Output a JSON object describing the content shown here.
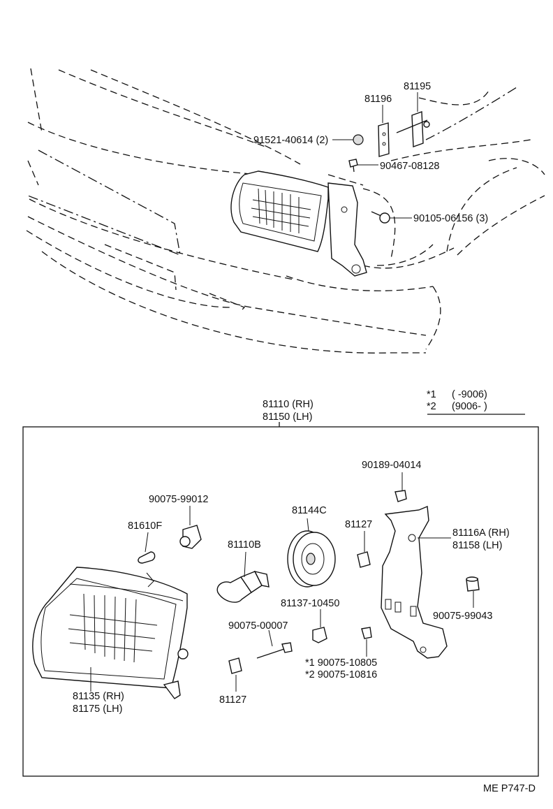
{
  "upper": {
    "callout_81195": "81195",
    "callout_81196": "81196",
    "callout_91521": "91521-40614 (2)",
    "callout_90467": "90467-08128",
    "callout_90105": "90105-06156 (3)"
  },
  "legend": {
    "note1_mark": "*1",
    "note1_range": "(          -9006)",
    "note2_mark": "*2",
    "note2_range": "(9006-          )"
  },
  "assembly": {
    "rh": "81110 (RH)",
    "lh": "81150 (LH)"
  },
  "lower": {
    "p_90189": "90189-04014",
    "p_90075_99012": "90075-99012",
    "p_81144C": "81144C",
    "p_81127_top": "81127",
    "p_81116A": "81116A (RH)",
    "p_81158": "81158    (LH)",
    "p_81610F": "81610F",
    "p_81110B": "81110B",
    "p_81137": "81137-10450",
    "p_90075_99043": "90075-99043",
    "p_90075_00007": "90075-00007",
    "p_note1": "*1  90075-10805",
    "p_note2": "*2  90075-10816",
    "p_81135": "81135 (RH)",
    "p_81175": "81175 (LH)",
    "p_81127_bottom": "81127"
  },
  "footer": {
    "code": "ME P747-D"
  }
}
